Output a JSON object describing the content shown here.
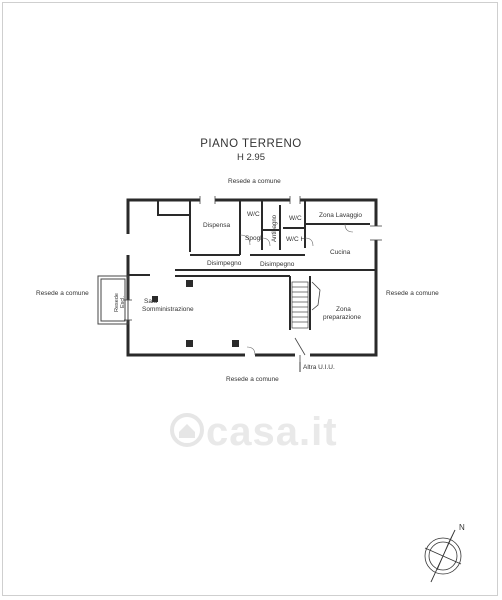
{
  "plan": {
    "title": "PIANO TERRENO",
    "height": "H 2.95"
  },
  "labels": {
    "resede_top": "Resede a comune",
    "resede_left": "Resede a comune",
    "resede_right": "Resede a comune",
    "resede_bottom": "Resede a comune",
    "dispensa": "Dispensa",
    "wc1": "W/C",
    "spogl": "Spogl.",
    "antibagno": "Antibagno",
    "wc2": "W/C",
    "wch": "W/C H",
    "zona_lavaggio": "Zona Lavaggio",
    "cucina": "Cucina",
    "disimpegno1": "Disimpegno",
    "disimpegno2": "Disimpegno",
    "sala_line1": "Sala",
    "sala_line2": "Somministrazione",
    "resede_escl_line1": "Resede",
    "resede_escl_line2": "Escl.",
    "zona_prep_line1": "Zona",
    "zona_prep_line2": "preparazione",
    "altra_uiu": "Altra U.I.U."
  },
  "compass": {
    "label": "N"
  },
  "watermark": {
    "text": "casa.it"
  },
  "colors": {
    "wall": "#2a2a2a",
    "line": "#444444",
    "watermark": "#e9e9e9"
  }
}
